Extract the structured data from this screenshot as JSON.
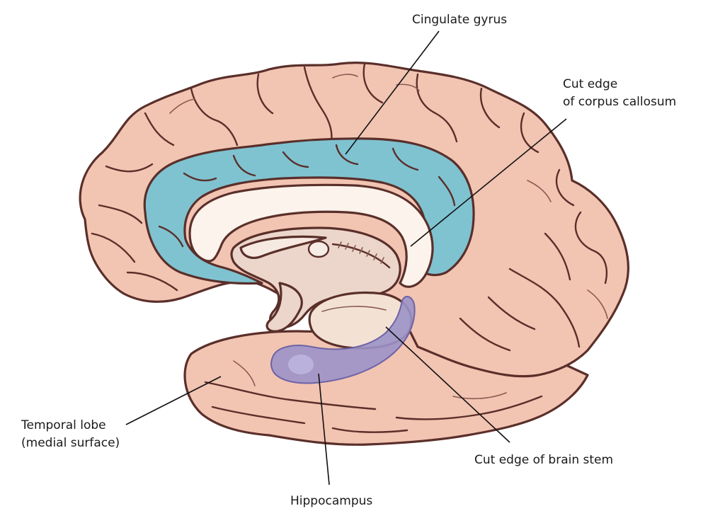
{
  "labels": {
    "cingulate_gyrus": "Cingulate gyrus",
    "corpus_callosum_line1": "Cut edge",
    "corpus_callosum_line2": "of corpus callosum",
    "temporal_lobe_line1": "Temporal lobe",
    "temporal_lobe_line2": "(medial surface)",
    "brain_stem": "Cut edge of brain stem",
    "hippocampus": "Hippocampus"
  },
  "colors": {
    "cortex": "#f2c4b2",
    "cortex_shadow": "#e3a898",
    "cingulate": "#7fc3d1",
    "corpus_callosum": "#fbf3ec",
    "inner_structures": "#ecd6cc",
    "hippocampus": "#9c94c8",
    "brain_stem_cut": "#f3e2d4",
    "outline": "#5a2f2a",
    "leader_line": "#111111"
  }
}
